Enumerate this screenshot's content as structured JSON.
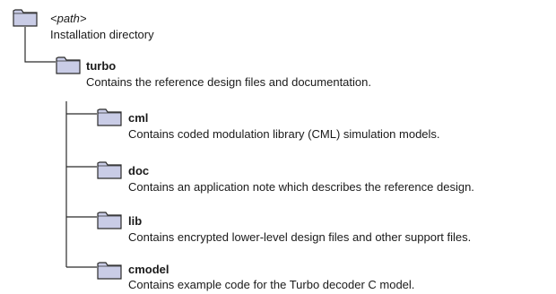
{
  "root": {
    "name": "<path>",
    "description": "Installation directory"
  },
  "level1": {
    "name": "turbo",
    "description": "Contains the reference design files and documentation."
  },
  "children": [
    {
      "name": "cml",
      "description": "Contains coded modulation library (CML) simulation models."
    },
    {
      "name": "doc",
      "description": "Contains an application note which describes the reference design."
    },
    {
      "name": "lib",
      "description": "Contains encrypted lower-level design files and other support files."
    },
    {
      "name": "cmodel",
      "description": "Contains example code for the Turbo decoder C model."
    }
  ],
  "colors": {
    "folder_fill": "#c9cce6",
    "folder_stroke": "#2b2b2b",
    "line": "#2b2b2b",
    "text": "#1a1a1a"
  },
  "icons": {
    "folder": "folder-icon"
  }
}
